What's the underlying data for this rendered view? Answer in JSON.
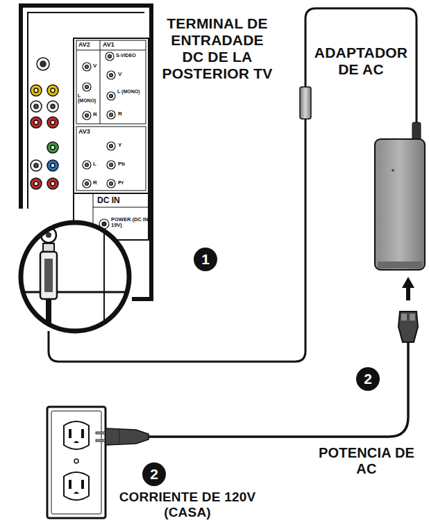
{
  "diagram": {
    "labels": [
      "TERMINAL DE ENTRADADE DC DE LA POSTERIOR TV",
      "ADAPTADOR DE AC",
      "AV2",
      "AV1",
      "S-VIDEO",
      "V",
      "L (MONO)",
      "R",
      "V",
      "L (MONO)",
      "R",
      "AV3",
      "Y",
      "L",
      "Pb",
      "R",
      "Pr",
      "DC IN",
      "POWER (DC IN 19V)",
      "1",
      "2",
      "POTENCIA DE AC",
      "2",
      "CORRIENTE DE 120V (CASA)"
    ]
  }
}
